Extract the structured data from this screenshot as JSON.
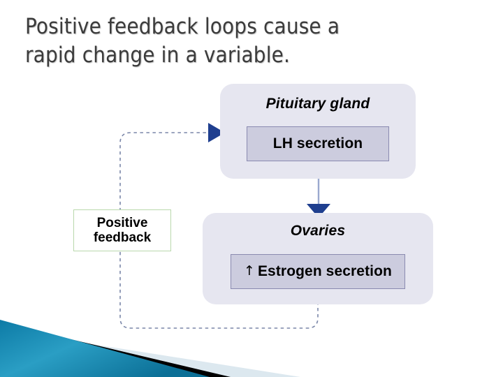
{
  "slide": {
    "title": "Positive feedback loops cause a\nrapid change in a variable.",
    "title_color": "#3b3b3b",
    "background_color": "#ffffff"
  },
  "diagram": {
    "type": "flow-loop",
    "accent_arrow_color": "#1f3f8f",
    "connector_line_color": "#9aa9cf",
    "dashed_loop_color": "#7a86a8",
    "organ_box_fill": "#e6e6f0",
    "inner_box_fill": "#ccccde",
    "inner_box_border": "#8a8ab0",
    "nodes": [
      {
        "id": "pituitary",
        "organ_label": "Pituitary gland",
        "inner_label": "LH secretion",
        "inner_arrow": ""
      },
      {
        "id": "ovaries",
        "organ_label": "Ovaries",
        "inner_label": "Estrogen secretion",
        "inner_arrow": "↑"
      }
    ],
    "callout": {
      "line1": "Positive",
      "line2": "feedback",
      "border_color": "#b9d8ac",
      "fill_color": "#ffffff"
    },
    "connectors": [
      {
        "id": "lh-to-ovaries",
        "from": "LH secretion",
        "to": "Ovaries",
        "style": "solid",
        "arrowhead": "down"
      },
      {
        "id": "estrogen-to-pituitary",
        "from": "Estrogen secretion",
        "to": "Pituitary gland",
        "style": "dashed",
        "arrowhead": "right",
        "passes_through": "Positive feedback"
      }
    ]
  },
  "decoration": {
    "name": "bottom-left-corner-graphic",
    "teal_color": "#1f93bd",
    "teal_dark_color": "#0e7fa8",
    "black_color": "#000000",
    "pale_color": "#dce8ef"
  }
}
